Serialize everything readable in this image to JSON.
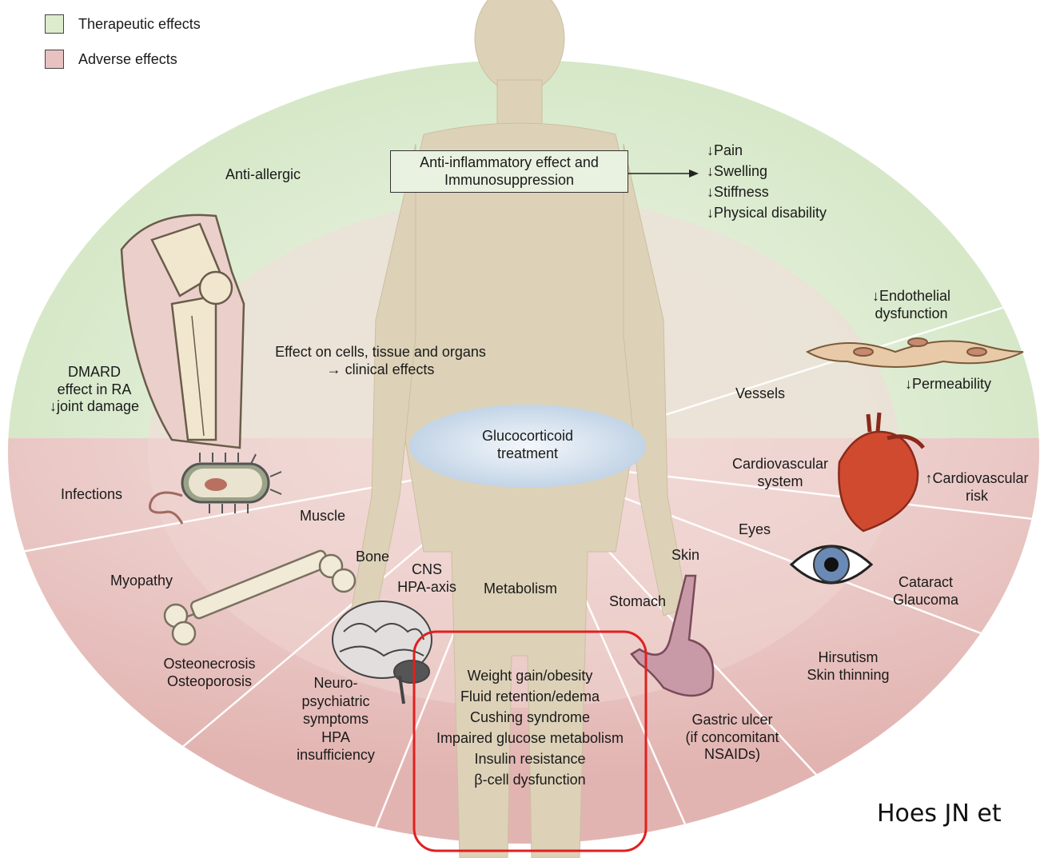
{
  "legend": [
    {
      "label": "Therapeutic effects",
      "color": "#dceccd"
    },
    {
      "label": "Adverse effects",
      "color": "#e8c2c0"
    }
  ],
  "center": {
    "line1": "Glucocorticoid",
    "line2": "treatment"
  },
  "effect_caption": {
    "line1": "Effect on cells, tissue and organs",
    "line2": "→ clinical effects"
  },
  "anti_inflammatory": {
    "line1": "Anti-inflammatory effect and",
    "line2": "Immunosuppression"
  },
  "anti_inflammatory_outcomes": [
    "↓Pain",
    "↓Swelling",
    "↓Stiffness",
    "↓Physical disability"
  ],
  "therapeutic": {
    "anti_allergic": "Anti-allergic",
    "dmard": [
      "DMARD",
      "effect in RA",
      "↓joint damage"
    ],
    "endothelial": [
      "↓Endothelial",
      "dysfunction"
    ],
    "permeability": "↓Permeability",
    "vessels": "Vessels"
  },
  "organs": {
    "muscle": "Muscle",
    "bone": "Bone",
    "cns": [
      "CNS",
      "HPA-axis"
    ],
    "metabolism": "Metabolism",
    "stomach": "Stomach",
    "skin": "Skin",
    "eyes": "Eyes",
    "cardiovascular": [
      "Cardiovascular",
      "system"
    ]
  },
  "adverse": {
    "infections": "Infections",
    "myopathy": "Myopathy",
    "osteo": [
      "Osteonecrosis",
      "Osteoporosis"
    ],
    "neuro": [
      "Neuro-",
      "psychiatric",
      "symptoms",
      "HPA",
      "insufficiency"
    ],
    "metabolic": [
      "Weight gain/obesity",
      "Fluid retention/edema",
      "Cushing syndrome",
      "Impaired glucose metabolism",
      "Insulin resistance",
      "β-cell dysfunction"
    ],
    "gastric": [
      "Gastric ulcer",
      "(if concomitant",
      "NSAIDs)"
    ],
    "skin": [
      "Hirsutism",
      "Skin thinning"
    ],
    "eye": [
      "Cataract",
      "Glaucoma"
    ],
    "cardio_risk": [
      "↑Cardiovascular",
      "risk"
    ]
  },
  "citation": "Hoes JN et",
  "highlight_color": "#e02020"
}
